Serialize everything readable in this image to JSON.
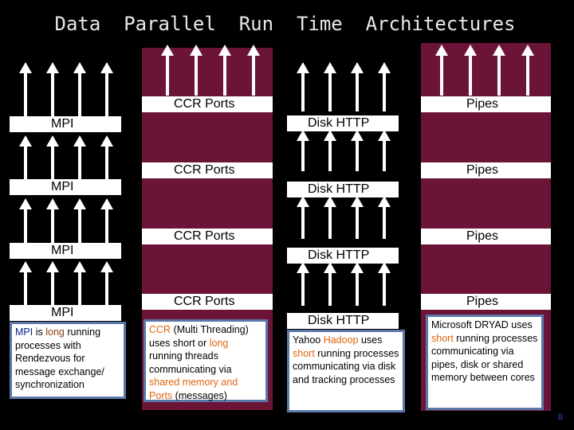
{
  "title": "Data  Parallel  Run  Time  Architectures",
  "columns": {
    "mpi": {
      "bars": [
        "MPI",
        "MPI",
        "MPI",
        "MPI"
      ],
      "desc": {
        "p1": "MPI",
        "p2": " is ",
        "p3": "long",
        "p4": " running processes with Rendezvous  for message exchange/ synchronization"
      }
    },
    "ccr": {
      "bars": [
        "CCR Ports",
        "CCR Ports",
        "CCR Ports",
        "CCR Ports"
      ],
      "desc": {
        "p1": "CCR",
        "p2": " (Multi Threading) uses short or ",
        "p3": "long",
        "p4": " running threads communicating via ",
        "p5": "shared memory and Ports",
        "p6": " (messages)"
      }
    },
    "hadoop": {
      "bars": [
        "Disk HTTP",
        "Disk HTTP",
        "Disk HTTP",
        "Disk HTTP"
      ],
      "desc": {
        "p1": "Yahoo ",
        "p2": "Hadoop",
        "p3": " uses ",
        "p4": "short",
        "p5": " running processes communicating via disk and tracking processes"
      }
    },
    "dryad": {
      "bars": [
        "Pipes",
        "Pipes",
        "Pipes",
        "Pipes"
      ],
      "desc": {
        "p1": "Microsoft DRYAD uses ",
        "p2": "short",
        "p3": " running processes communicating via pipes, disk or shared memory between cores"
      }
    }
  },
  "colors": {
    "background": "#000000",
    "panel": "#6b1438",
    "highlight": "#e0660c",
    "border": "#5b78a8"
  },
  "page_number": "8"
}
